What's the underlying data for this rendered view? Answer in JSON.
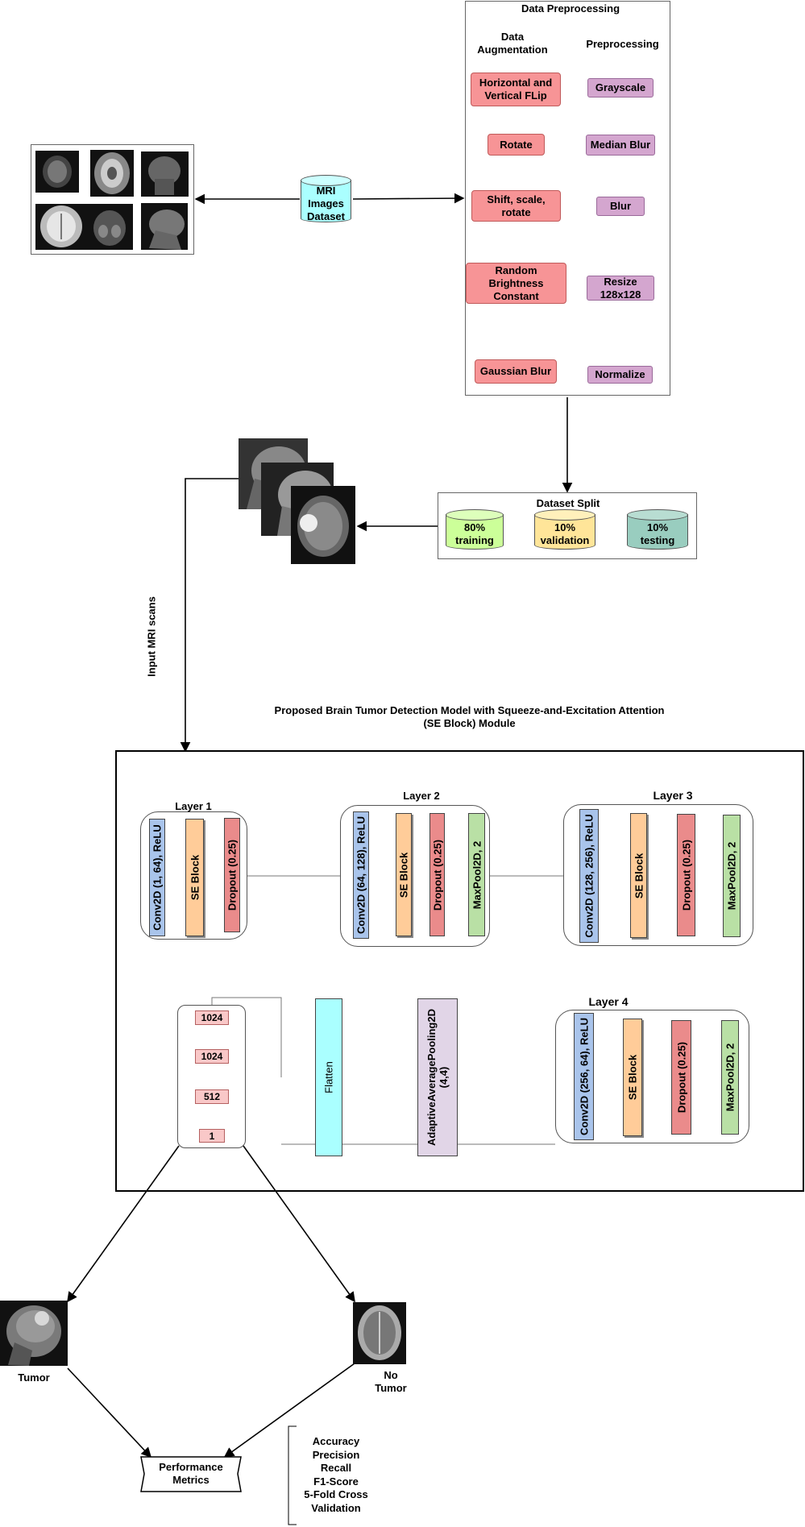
{
  "preprocessing": {
    "title": "Data Preprocessing",
    "augmentation_title": "Data Augmentation",
    "preprocessing_title": "Preprocessing",
    "augmentation_steps": [
      "Horizontal and Vertical FLip",
      "Rotate",
      "Shift, scale, rotate",
      "Random Brightness Constant",
      "Gaussian Blur"
    ],
    "preprocessing_steps": [
      "Grayscale",
      "Median Blur",
      "Blur",
      "Resize 128x128",
      "Normalize"
    ]
  },
  "dataset": {
    "label": "MRI Images Dataset"
  },
  "split": {
    "title": "Dataset Split",
    "parts": [
      {
        "label": "80% training",
        "color": "#ccff99"
      },
      {
        "label": "10% validation",
        "color": "#ffe599"
      },
      {
        "label": "10% testing",
        "color": "#99cdbf"
      }
    ]
  },
  "input_label": "Input MRI scans",
  "model": {
    "title": "Proposed Brain Tumor Detection Model with Squeeze-and-Excitation Attention  (SE Block) Module",
    "layer1": {
      "title": "Layer 1",
      "items": [
        "Conv2D (1, 64), ReLU",
        "SE Block",
        "Dropout (0.25)"
      ]
    },
    "layer2": {
      "title": "Layer 2",
      "items": [
        "Conv2D (64, 128), ReLU",
        "SE Block",
        "Dropout (0.25)",
        "MaxPool2D, 2"
      ]
    },
    "layer3": {
      "title": "Layer 3",
      "items": [
        "Conv2D (128, 256), ReLU",
        "SE Block",
        "Dropout (0.25)",
        "MaxPool2D, 2"
      ]
    },
    "layer4": {
      "title": "Layer 4",
      "items": [
        "Conv2D (256, 64), ReLU",
        "SE Block",
        "Dropout (0.25)",
        "MaxPool2D, 2"
      ]
    },
    "adaptive": "AdaptiveAveragePooling2D (4,4)",
    "flatten": "Flatten",
    "dense": [
      "1024",
      "1024",
      "512",
      "1"
    ]
  },
  "outputs": {
    "tumor": "Tumor",
    "no_tumor": "No Tumor"
  },
  "performance": {
    "title": "Performance Metrics",
    "metrics": [
      "Accuracy",
      "Precision",
      "Recall",
      "F1-Score",
      "5-Fold Cross Validation"
    ]
  },
  "colors": {
    "conv": "#a9c4eb",
    "se": "#ffcc99",
    "dropout": "#ea8b8b",
    "maxpool": "#b9e0a5",
    "flatten": "#aaffff",
    "adaptive": "#e1d5e7",
    "aug": "#f79496",
    "prep": "#d4a6cf",
    "dataset": "#aaffff"
  }
}
